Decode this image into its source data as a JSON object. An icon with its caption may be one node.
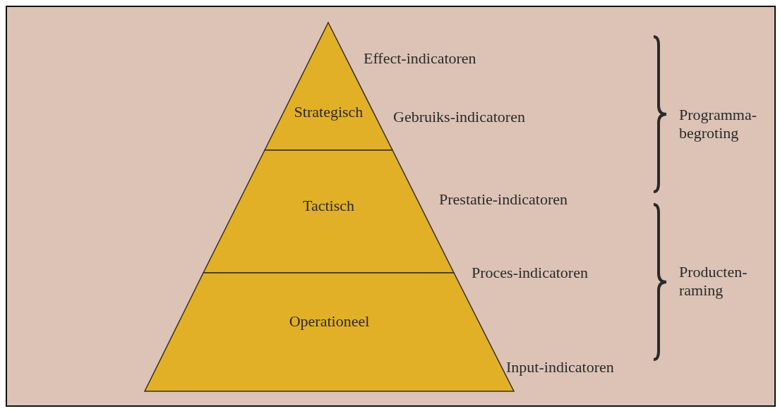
{
  "diagram": {
    "nodes": [
      {
        "text": [
          "Strategisch"
        ]
      },
      {
        "text": [
          "Tactisch"
        ]
      },
      {
        "text": [
          "Operationeel"
        ]
      }
    ],
    "labels": [
      "Effect-indicatoren",
      "Gebruiks-indicatoren",
      "Prestatie-indicatoren",
      "Programma- begroting",
      "Proces-indicatoren",
      "Producten- raming",
      "Input-indicatoren"
    ]
  }
}
